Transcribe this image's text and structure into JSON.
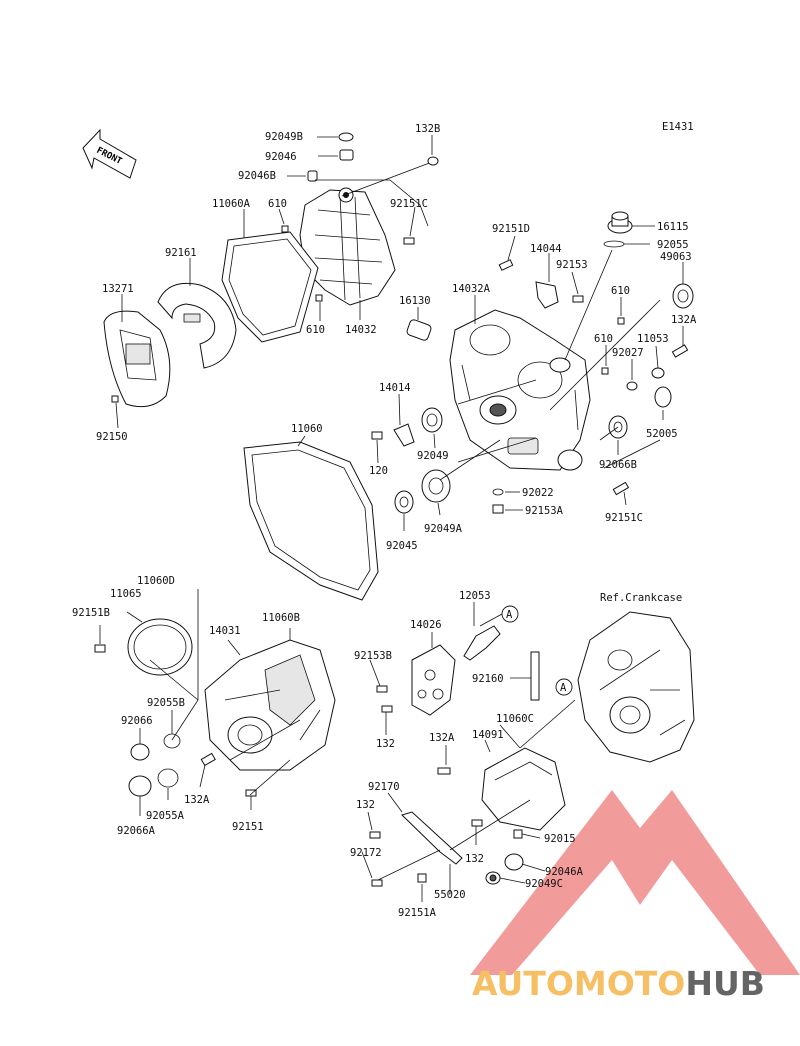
{
  "diagram_id": "E1431",
  "front_arrow_text": "FRONT",
  "reference_label": "Ref.Crankcase",
  "callout_letter": "A",
  "watermark": {
    "part1": "AUTOMOTO",
    "part2": "HUB",
    "color1": "#f6b44a",
    "color2": "#4a4a4a",
    "triangle_color": "#f08a8a"
  },
  "labels": [
    "92049B",
    "92046",
    "92046B",
    "132B",
    "11060A",
    "610",
    "92151C",
    "92161",
    "13271",
    "610",
    "14032",
    "92150",
    "92151D",
    "14044",
    "92153",
    "14032A",
    "16130",
    "16115",
    "92055",
    "49063",
    "610",
    "132A",
    "610",
    "11053",
    "92027",
    "14014",
    "92049",
    "120",
    "52005",
    "92066B",
    "92022",
    "92153A",
    "92151C",
    "92045",
    "92049A",
    "11060",
    "11060D",
    "11065",
    "92151B",
    "14031",
    "11060B",
    "92055B",
    "92066",
    "132A",
    "92055A",
    "92066A",
    "92151",
    "12053",
    "14026",
    "92153B",
    "92160",
    "132",
    "11060C",
    "132A",
    "14091",
    "92170",
    "132",
    "92015",
    "132",
    "92172",
    "55020",
    "92046A",
    "92049C",
    "92151A"
  ]
}
